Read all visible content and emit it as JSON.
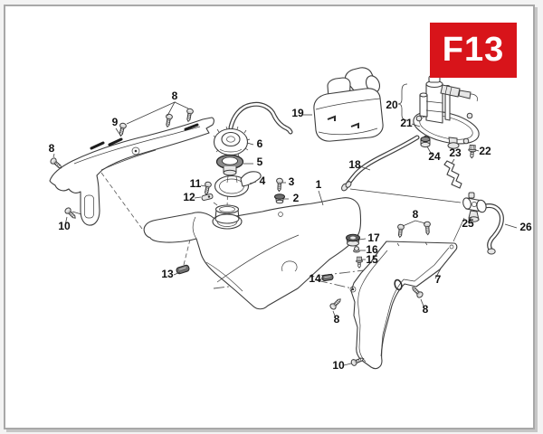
{
  "badge": {
    "label": "F13",
    "background": "#d8141a",
    "text_color": "#ffffff"
  },
  "callouts": {
    "part1": "1",
    "part2": "2",
    "part3": "3",
    "part4": "4",
    "part5": "5",
    "part6": "6",
    "part7": "7",
    "part8": "8",
    "part9": "9",
    "part10": "10",
    "part11": "11",
    "part12": "12",
    "part13": "13",
    "part14": "14",
    "part15": "15",
    "part16": "16",
    "part17": "17",
    "part18": "18",
    "part19": "19",
    "part20": "20",
    "part21": "21",
    "part22": "22",
    "part23": "23",
    "part24": "24",
    "part25": "25",
    "part26": "26"
  }
}
